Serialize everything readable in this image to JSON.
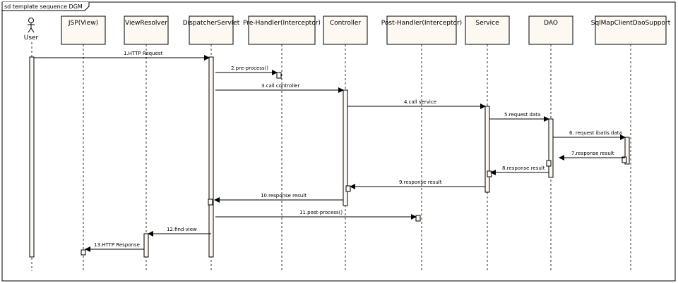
{
  "frame": {
    "title": "sd template sequence DGM"
  },
  "actor": {
    "label": "User"
  },
  "participants": [
    "JSP(View)",
    "ViewResolver",
    "DispatcherServlet",
    "Pre-Handler(Interceptor)",
    "Controller",
    "Post-Handler(Interceptor)",
    "Service",
    "DAO",
    "SqlMapClientDaoSupport"
  ],
  "messages": [
    "1.HTTP Request",
    "2.pre-process()",
    "3.call controller",
    "4.call service",
    "5.request data",
    "6. request ibatis data",
    "7.response result",
    "8.response result",
    "9.response result",
    "10.response result",
    "11.post-process()",
    "12.find view",
    "13.HTTP Response"
  ],
  "colors": {
    "participant_fill": "#fdf8f1",
    "line": "#000000",
    "lifeline": "#333333",
    "frame": "#000000"
  }
}
